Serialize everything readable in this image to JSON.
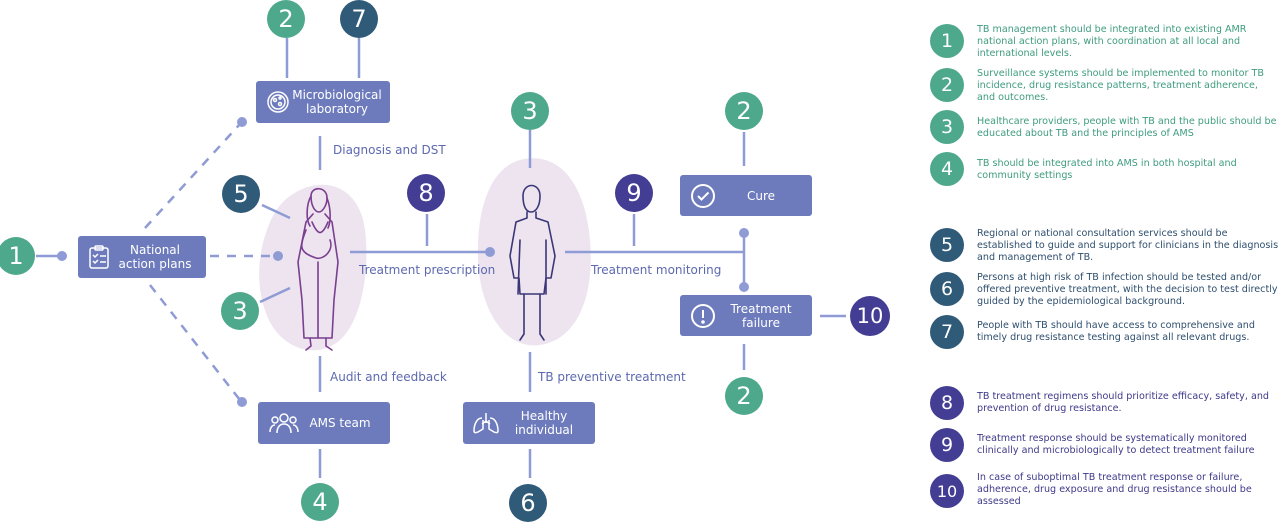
{
  "colors": {
    "teal": "#4ea88b",
    "navy": "#2f5a78",
    "purple": "#433d93",
    "node": "#6d7bbd",
    "connector": "#8f9bd4",
    "blob": "#ede4f0"
  },
  "nodes": {
    "national_action_plans": {
      "label": "National action plans",
      "icon": "clipboard-icon"
    },
    "microbiological_laboratory": {
      "label": "Microbiological laboratory",
      "icon": "petri-dish-icon"
    },
    "ams_team": {
      "label": "AMS team",
      "icon": "team-icon"
    },
    "healthy_individual": {
      "label": "Healthy individual",
      "icon": "lungs-icon"
    },
    "cure": {
      "label": "Cure",
      "icon": "check-circle-icon"
    },
    "treatment_failure": {
      "label": "Treatment failure",
      "icon": "exclamation-circle-icon"
    }
  },
  "figures": {
    "doctor": "doctor-figure-icon",
    "patient": "patient-figure-icon"
  },
  "flow_labels": {
    "diagnosis_dst": "Diagnosis and DST",
    "treatment_prescription": "Treatment prescription",
    "treatment_monitoring": "Treatment monitoring",
    "audit_feedback": "Audit and feedback",
    "tb_preventive_treatment": "TB preventive treatment"
  },
  "badges": {
    "lab_left": "2",
    "lab_right": "7",
    "input_1": "1",
    "doctor_top": "5",
    "doctor_bottom": "3",
    "prescription": "8",
    "patient_top": "3",
    "monitoring": "9",
    "cure_top": "2",
    "failure_right": "10",
    "failure_bottom": "2",
    "ams_bottom": "4",
    "healthy_bottom": "6"
  },
  "legend": [
    {
      "number": "1",
      "color": "teal",
      "text": "TB management should be integrated into existing AMR national action plans, with coordination at all local and international levels."
    },
    {
      "number": "2",
      "color": "teal",
      "text": "Surveillance systems should be implemented to monitor TB incidence, drug resistance patterns, treatment adherence, and outcomes."
    },
    {
      "number": "3",
      "color": "teal",
      "text": "Healthcare providers, people with TB and the public should be educated about TB and the principles of AMS"
    },
    {
      "number": "4",
      "color": "teal",
      "text": "TB should be integrated into AMS in both hospital and community settings"
    },
    {
      "number": "5",
      "color": "navy",
      "text": "Regional or national consultation services should be established to guide and support for clinicians in the diagnosis and management of TB."
    },
    {
      "number": "6",
      "color": "navy",
      "text": "Persons at high risk of TB infection should be tested and/or offered preventive treatment, with the decision to test directly guided by the epidemiological background."
    },
    {
      "number": "7",
      "color": "navy",
      "text": "People with TB should have access to comprehensive and timely drug resistance testing against all relevant drugs."
    },
    {
      "number": "8",
      "color": "purple",
      "text": "TB treatment regimens should prioritize efficacy, safety, and prevention of drug resistance."
    },
    {
      "number": "9",
      "color": "purple",
      "text": "Treatment response should be systematically monitored clinically and microbiologically to detect treatment failure"
    },
    {
      "number": "10",
      "color": "purple",
      "text": "In case of suboptimal TB treatment response or failure, adherence, drug exposure and drug resistance should be assessed"
    }
  ]
}
